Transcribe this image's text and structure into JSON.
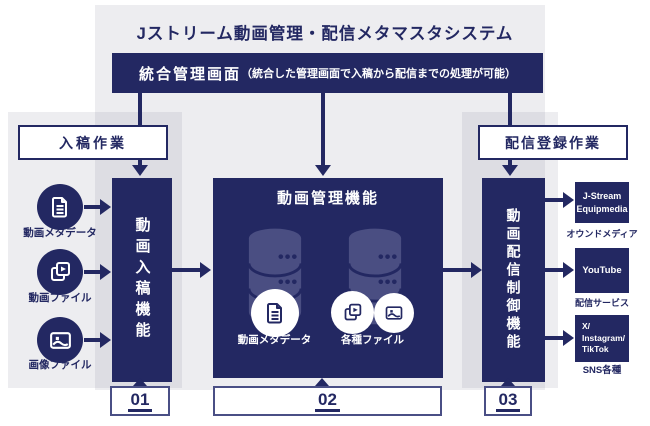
{
  "colors": {
    "navy": "#232862",
    "cylinder": "#4a4e82",
    "panel_gray": "rgba(128,131,150,0.14)",
    "white": "#ffffff"
  },
  "title": "Jストリーム動画管理・配信メタマスタシステム",
  "band": {
    "main": "統合管理画面",
    "sub": "（統合した管理画面で入稿から配信までの処理が可能）"
  },
  "left": {
    "header": "入稿作業",
    "sources": [
      {
        "icon": "document-icon",
        "label": "動画メタデータ"
      },
      {
        "icon": "video-file-icon",
        "label": "動画ファイル"
      },
      {
        "icon": "image-file-icon",
        "label": "画像ファイル"
      }
    ],
    "box": "動画入稿機能",
    "step": "01"
  },
  "center": {
    "title": "動画管理機能",
    "items": [
      {
        "icon": "document-icon",
        "label": "動画メタデータ"
      },
      {
        "icons": [
          "video-file-icon",
          "image-file-icon"
        ],
        "label": "各種ファイル"
      }
    ],
    "step": "02"
  },
  "right": {
    "header": "配信登録作業",
    "box": "動画配信制御機能",
    "step": "03",
    "destinations": [
      {
        "line1": "J-Stream",
        "line2": "Equipmedia",
        "label": "オウンドメディア"
      },
      {
        "line1": "YouTube",
        "label": "配信サービス"
      },
      {
        "line1": "X/",
        "line2": "Instagram/",
        "line3": "TikTok",
        "label": "SNS各種"
      }
    ]
  }
}
